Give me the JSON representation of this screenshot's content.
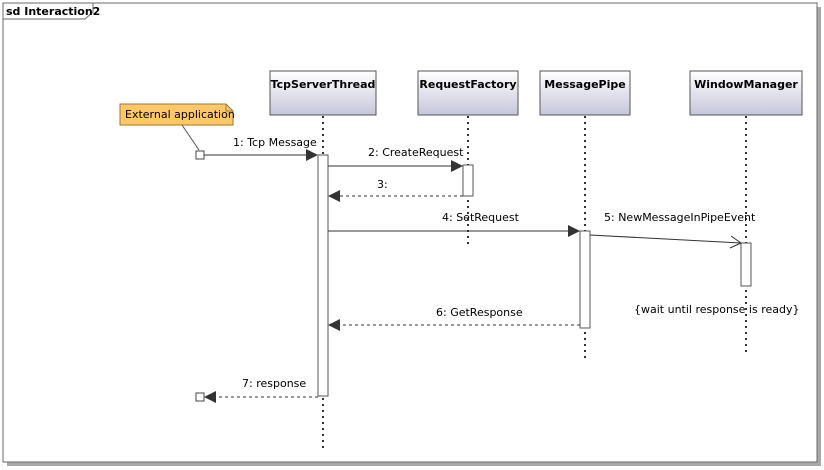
{
  "frame": {
    "label": "sd Interaction2"
  },
  "lifelines": [
    {
      "id": "tcp",
      "name": "TcpServerThread"
    },
    {
      "id": "factory",
      "name": "RequestFactory"
    },
    {
      "id": "pipe",
      "name": "MessagePipe"
    },
    {
      "id": "window",
      "name": "WindowManager"
    }
  ],
  "note": {
    "text": "External application"
  },
  "messages": [
    {
      "label": "1: Tcp Message"
    },
    {
      "label": "2: CreateRequest"
    },
    {
      "label": "3:"
    },
    {
      "label": "4: SetRequest"
    },
    {
      "label": "5: NewMessageInPipeEvent"
    },
    {
      "label": "6: GetResponse"
    },
    {
      "label": "7: response"
    }
  ],
  "constraint": {
    "text": "{wait until response is ready}"
  },
  "colors": {
    "header_top": "#ffffff",
    "header_bottom": "#c9c9de",
    "note_fill": "#ffc766",
    "line": "#444444",
    "frame_shadow": "#9a9a9a"
  }
}
